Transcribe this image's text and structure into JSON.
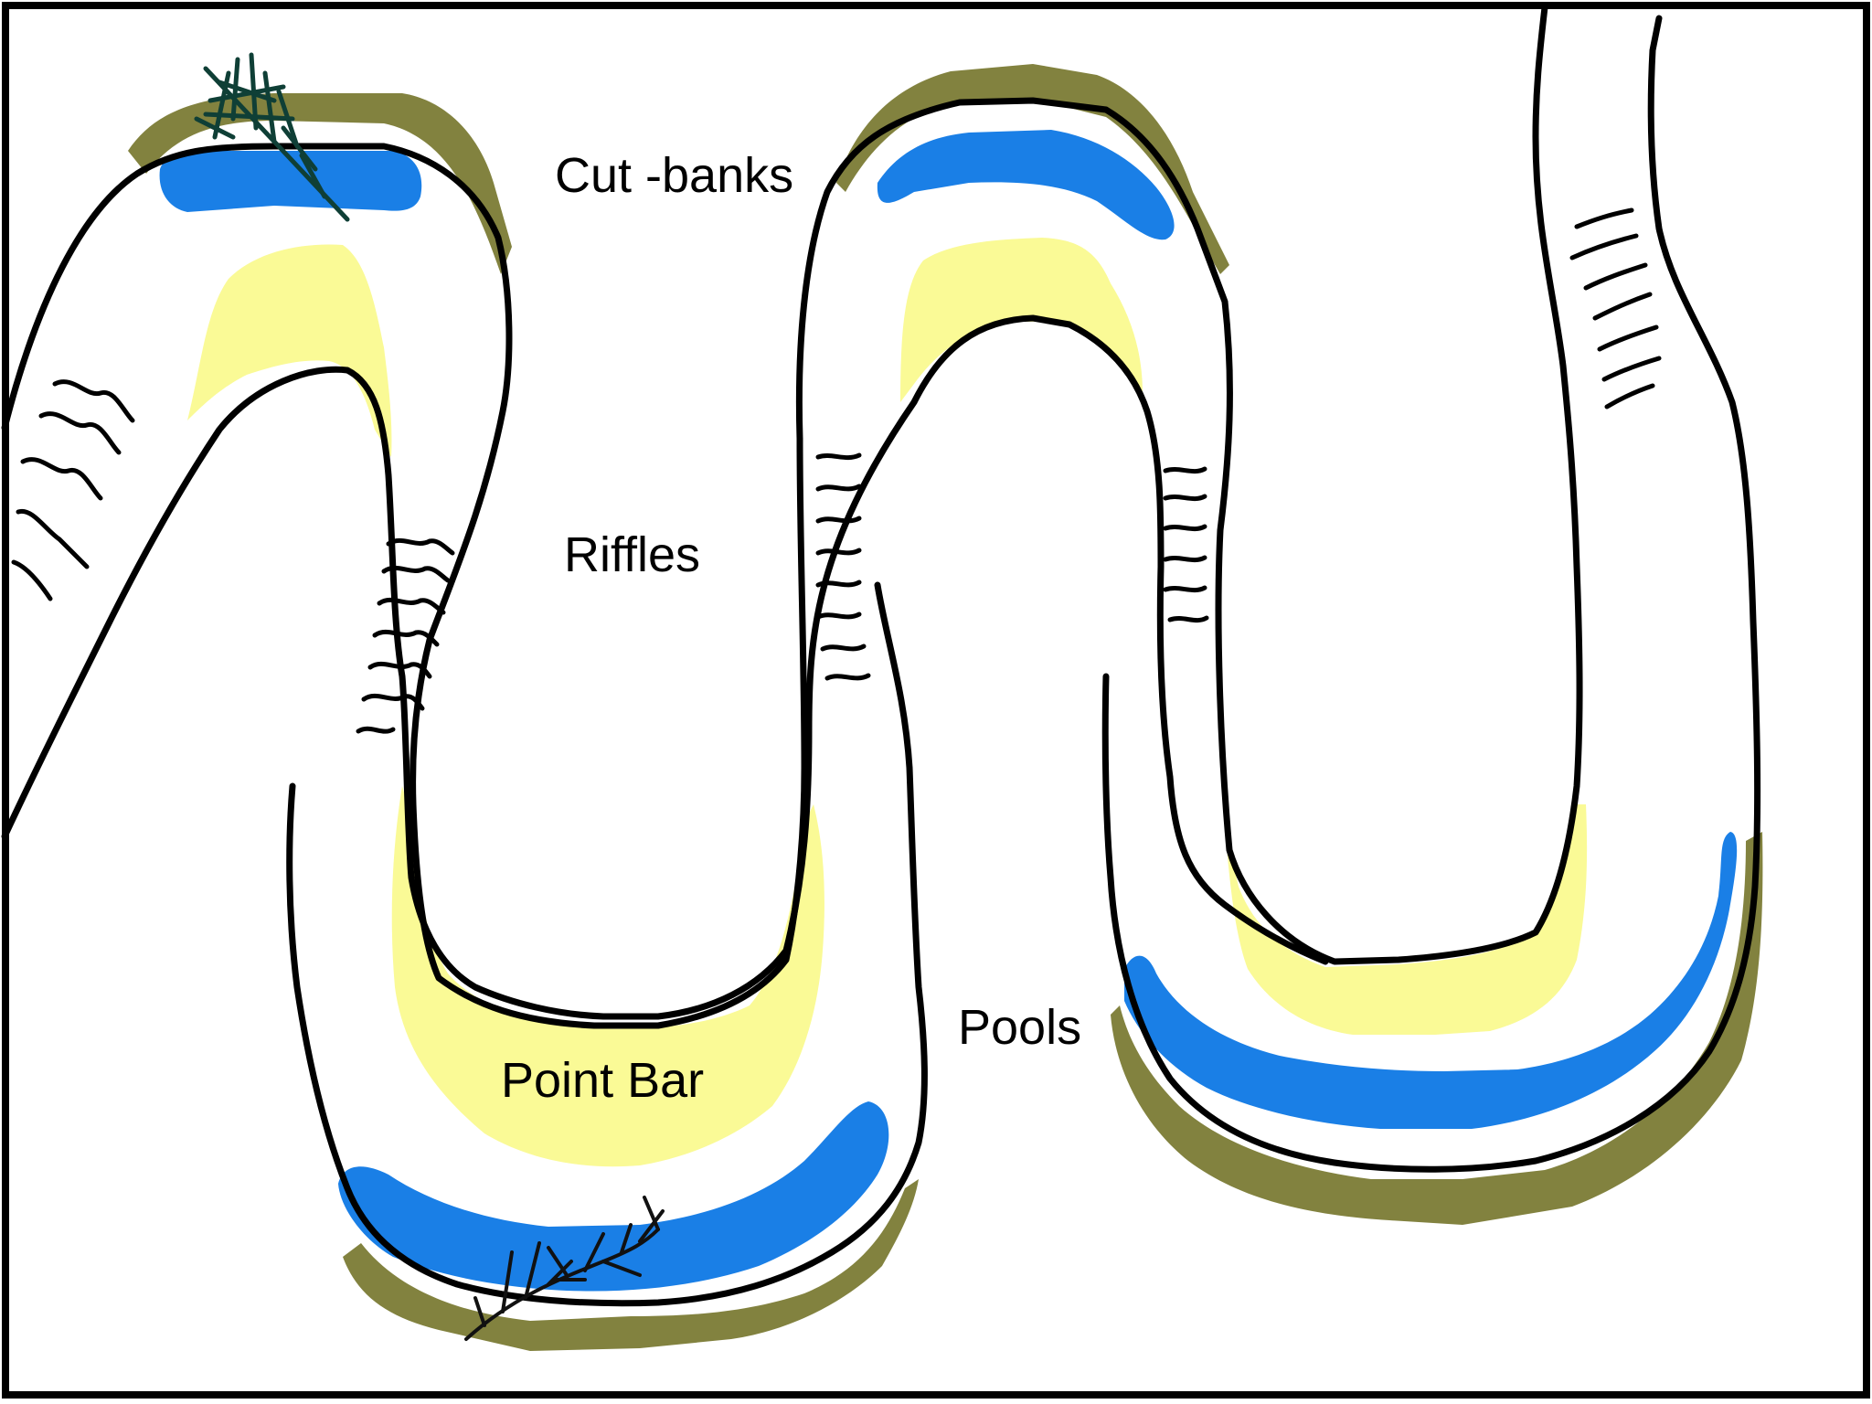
{
  "diagram": {
    "labels": {
      "cut_banks": "Cut -banks",
      "riffles": "Riffles",
      "pools": "Pools",
      "point_bar": "Point Bar"
    },
    "colors": {
      "background": "#ffffff",
      "frame": "#000000",
      "cut_bank": "#82823f",
      "pool": "#1a7fe6",
      "point_bar": "#fafa96",
      "bank_line": "#000000",
      "tree": "#0f3f36",
      "branch": "#111111"
    }
  }
}
